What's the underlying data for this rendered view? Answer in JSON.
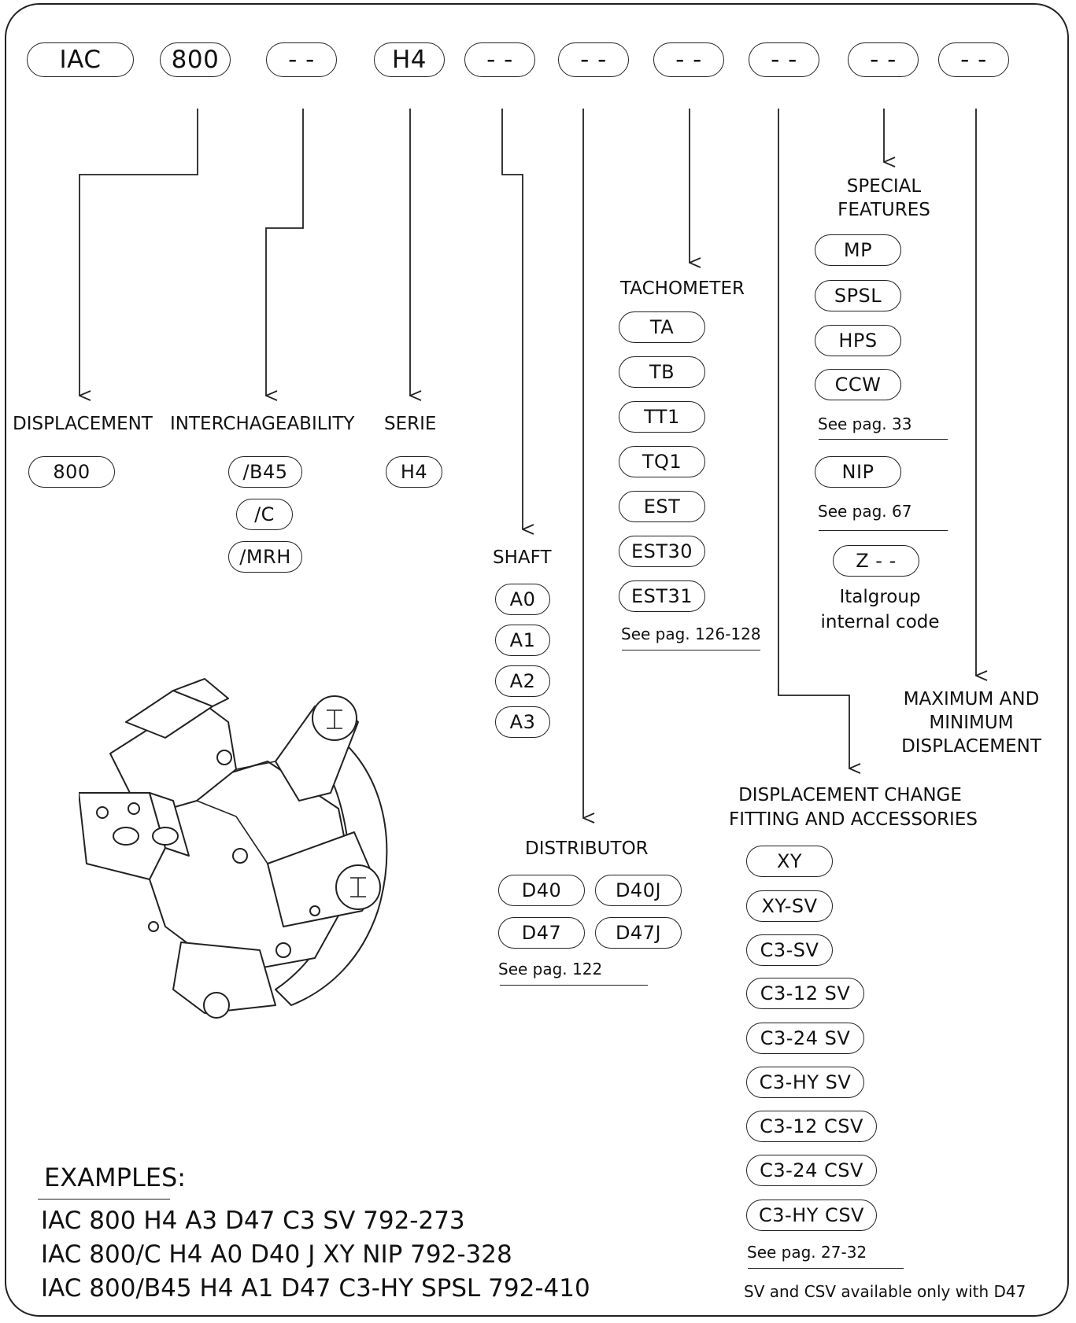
{
  "code_parts": [
    "IAC",
    "800",
    "- -",
    "H4",
    "- -",
    "- -",
    "- -",
    "- -",
    "- -",
    "- -"
  ],
  "displacement": {
    "title": "DISPLACEMENT",
    "options": [
      "800"
    ]
  },
  "interchangeability": {
    "title": "INTERCHAGEABILITY",
    "options": [
      "/B45",
      "/C",
      "/MRH"
    ]
  },
  "serie": {
    "title": "SERIE",
    "options": [
      "H4"
    ]
  },
  "shaft": {
    "title": "SHAFT",
    "options": [
      "A0",
      "A1",
      "A2",
      "A3"
    ]
  },
  "distributor": {
    "title": "DISTRIBUTOR",
    "options": [
      "D40",
      "D40J",
      "D47",
      "D47J"
    ],
    "note": "See pag. 122"
  },
  "tachometer": {
    "title": "TACHOMETER",
    "options": [
      "TA",
      "TB",
      "TT1",
      "TQ1",
      "EST",
      "EST30",
      "EST31"
    ],
    "note": "See pag. 126-128"
  },
  "special": {
    "title_line1": "SPECIAL",
    "title_line2": "FEATURES",
    "group1": [
      "MP",
      "SPSL",
      "HPS",
      "CCW"
    ],
    "note1": "See pag. 33",
    "group2": [
      "NIP"
    ],
    "note2": "See pag. 67",
    "group3": [
      "Z - -"
    ],
    "internal_line1": "Italgroup",
    "internal_line2": "internal code"
  },
  "max_min": {
    "line1": "MAXIMUM AND",
    "line2": "MINIMUM",
    "line3": "DISPLACEMENT"
  },
  "displacement_change": {
    "title_line1": "DISPLACEMENT CHANGE",
    "title_line2": "FITTING AND ACCESSORIES",
    "options": [
      "XY",
      "XY-SV",
      "C3-SV",
      "C3-12 SV",
      "C3-24 SV",
      "C3-HY SV",
      "C3-12 CSV",
      "C3-24 CSV",
      "C3-HY CSV"
    ],
    "note": "See pag. 27-32",
    "availability": "SV and CSV available only with D47"
  },
  "examples": {
    "title": "EXAMPLES:",
    "lines": [
      "IAC 800 H4 A3 D47 C3 SV 792-273",
      "IAC 800/C H4 A0 D40 J XY NIP 792-328",
      "IAC 800/B45 H4 A1 D47 C3-HY SPSL 792-410"
    ]
  }
}
